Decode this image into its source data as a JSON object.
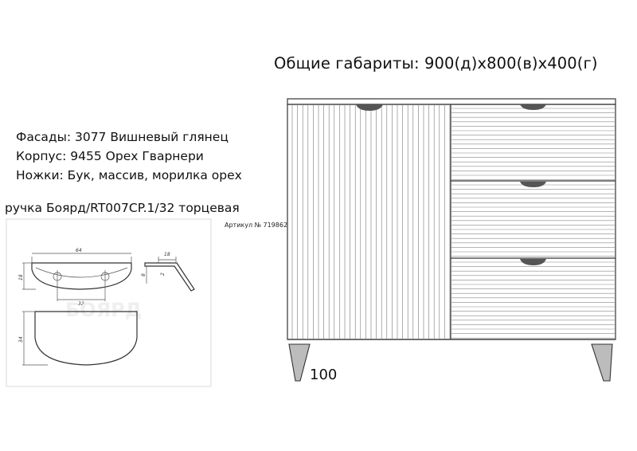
{
  "header": {
    "dimensions": "Общие габариты: 900(д)x800(в)x400(г)"
  },
  "materials": {
    "facades": "Фасады: 3077 Вишневый глянец",
    "body": "Корпус: 9455 Орех Гварнери",
    "legs": "Ножки: Бук, массив, морилка орех"
  },
  "handle": {
    "title": "ручка Боярд/RT007CP.1/32 торцевая",
    "article": "Артикул № 719862",
    "dim_width": "64",
    "dim_center": "32",
    "dim_height": "18",
    "dim_front": "34",
    "dim_side_width": "18",
    "dim_side_depth": "8",
    "dim_side_small": "2",
    "watermark": "БОЯРД"
  },
  "cabinet": {
    "leg_height": "100"
  },
  "colors": {
    "line": "#333333",
    "leg_fill": "#bcbcbc",
    "handle_fill": "#555555"
  }
}
